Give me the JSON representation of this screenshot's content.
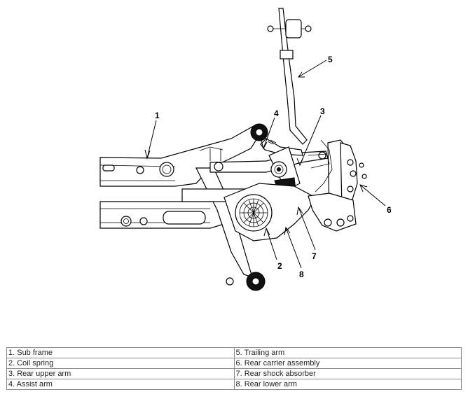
{
  "callouts": [
    "1",
    "2",
    "3",
    "4",
    "5",
    "6",
    "7",
    "8"
  ],
  "legend": {
    "rows": [
      [
        "1. Sub frame",
        "5. Trailing arm"
      ],
      [
        "2. Coil spring",
        "6. Rear carrier assembly"
      ],
      [
        "3. Rear upper arm",
        "7. Rear shock absorber"
      ],
      [
        "4. Assist arm",
        "8. Rear lower arm"
      ]
    ]
  }
}
